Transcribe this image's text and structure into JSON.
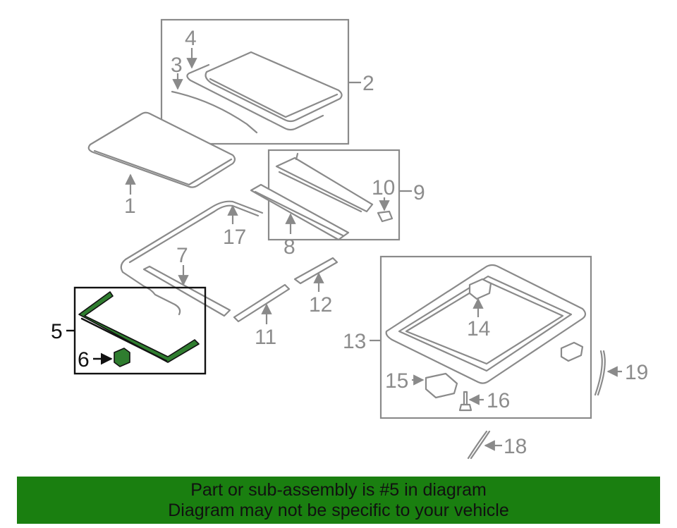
{
  "callouts": {
    "c1": "1",
    "c2": "2",
    "c3": "3",
    "c4": "4",
    "c5": "5",
    "c6": "6",
    "c7": "7",
    "c8": "8",
    "c9": "9",
    "c10": "10",
    "c11": "11",
    "c12": "12",
    "c13": "13",
    "c14": "14",
    "c15": "15",
    "c16": "16",
    "c17": "17",
    "c18": "18",
    "c19": "19"
  },
  "highlighted_part": "5",
  "colors": {
    "banner_bg": "#1a7f10",
    "highlight_fill": "#2f7d2f",
    "part_stroke": "#8a8a8a"
  },
  "banner": {
    "line1": "Part or sub-assembly is #5 in diagram",
    "line2": "Diagram may not be specific to your vehicle"
  }
}
